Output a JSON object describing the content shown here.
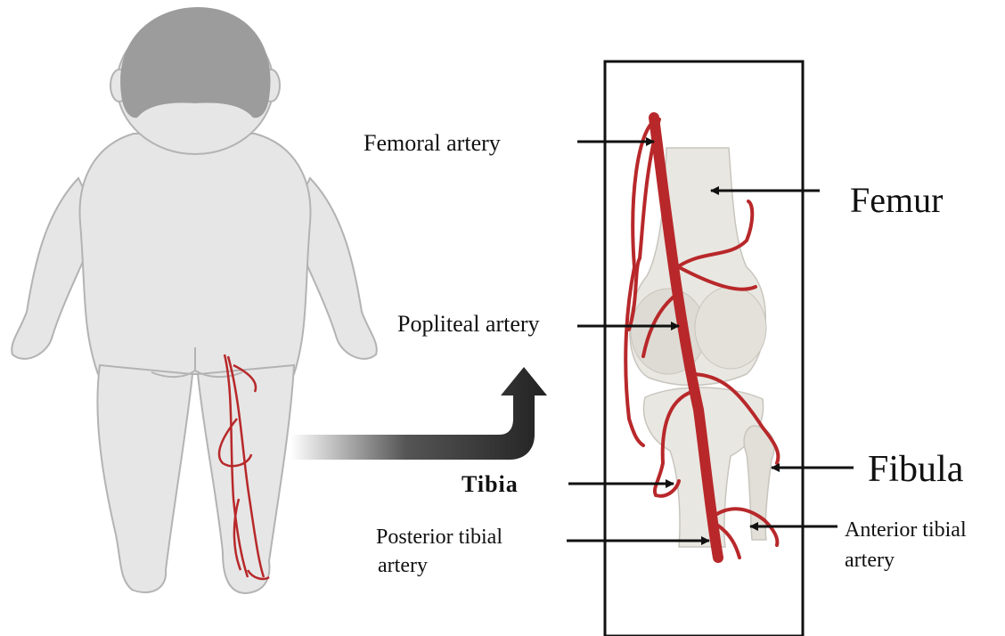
{
  "labels": {
    "femoral_artery": "Femoral artery",
    "femur": "Femur",
    "popliteal_artery": "Popliteal artery",
    "fibula": "Fibula",
    "tibia": "Tibia",
    "posterior_tibial_line1": "Posterior tibial",
    "posterior_tibial_line2": "artery",
    "anterior_tibial_line1": "Anterior tibial",
    "anterior_tibial_line2": "artery"
  },
  "colors": {
    "artery": "#b8282a",
    "body": "#e6e6e6",
    "hair": "#9c9c9c",
    "bone": "#e9e7e2",
    "frame": "#111111"
  }
}
